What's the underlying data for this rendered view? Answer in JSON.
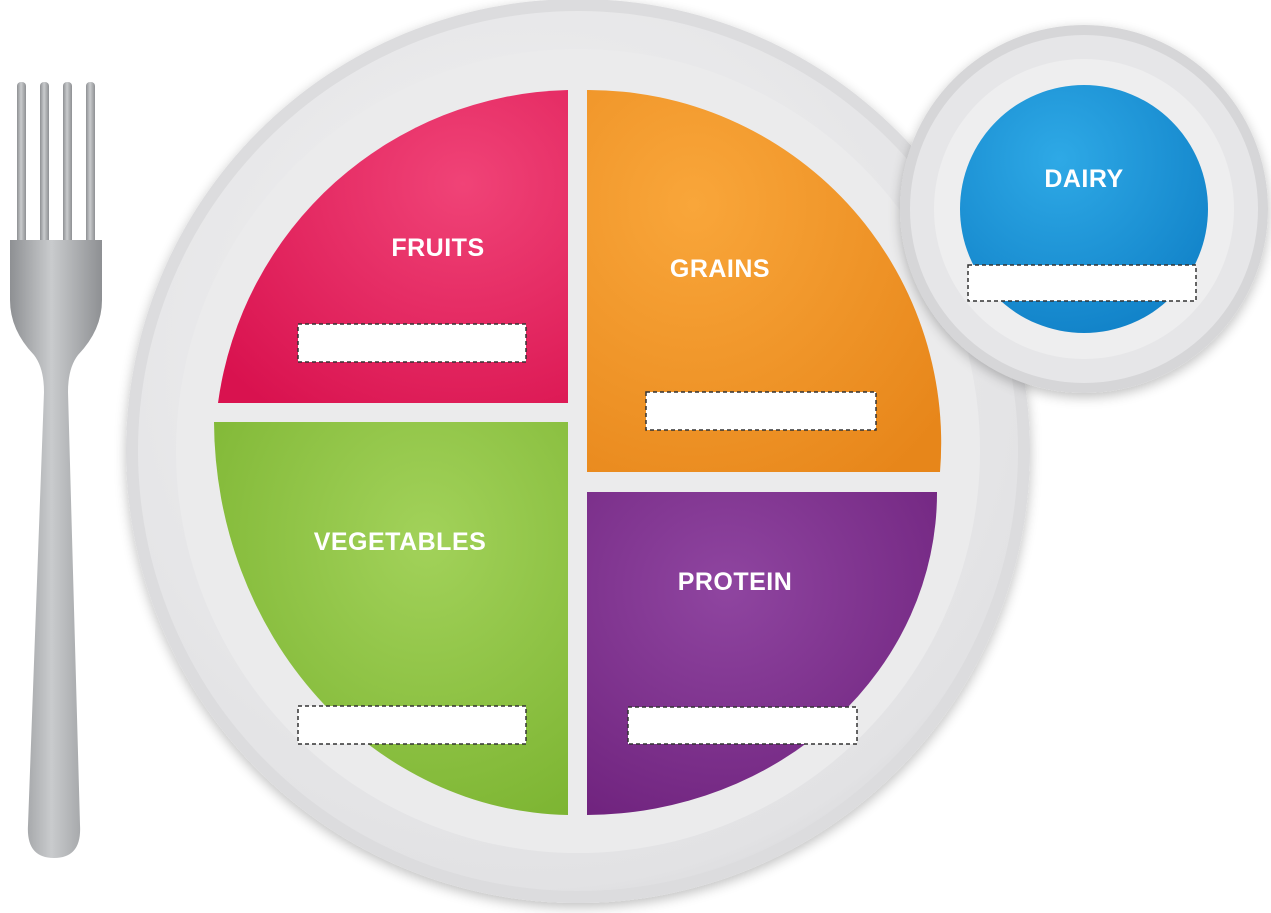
{
  "diagram": {
    "sections": [
      {
        "key": "fruits",
        "label": "FRUITS",
        "color": "#e21f5a"
      },
      {
        "key": "grains",
        "label": "GRAINS",
        "color": "#f0901f"
      },
      {
        "key": "vegetables",
        "label": "VEGETABLES",
        "color": "#86bd3a"
      },
      {
        "key": "protein",
        "label": "PROTEIN",
        "color": "#7b2a86"
      },
      {
        "key": "dairy",
        "label": "DAIRY",
        "color": "#1a8fd6"
      }
    ],
    "answer_boxes": {
      "fruits": "",
      "grains": "",
      "vegetables": "",
      "protein": "",
      "dairy": ""
    },
    "icons": {
      "utensil": "fork-icon",
      "plate": "plate",
      "cup": "dairy-cup"
    },
    "colors": {
      "plate_rim": "#d9d9db",
      "plate_inner": "#efefef",
      "fork": "#a7a9ac"
    }
  }
}
